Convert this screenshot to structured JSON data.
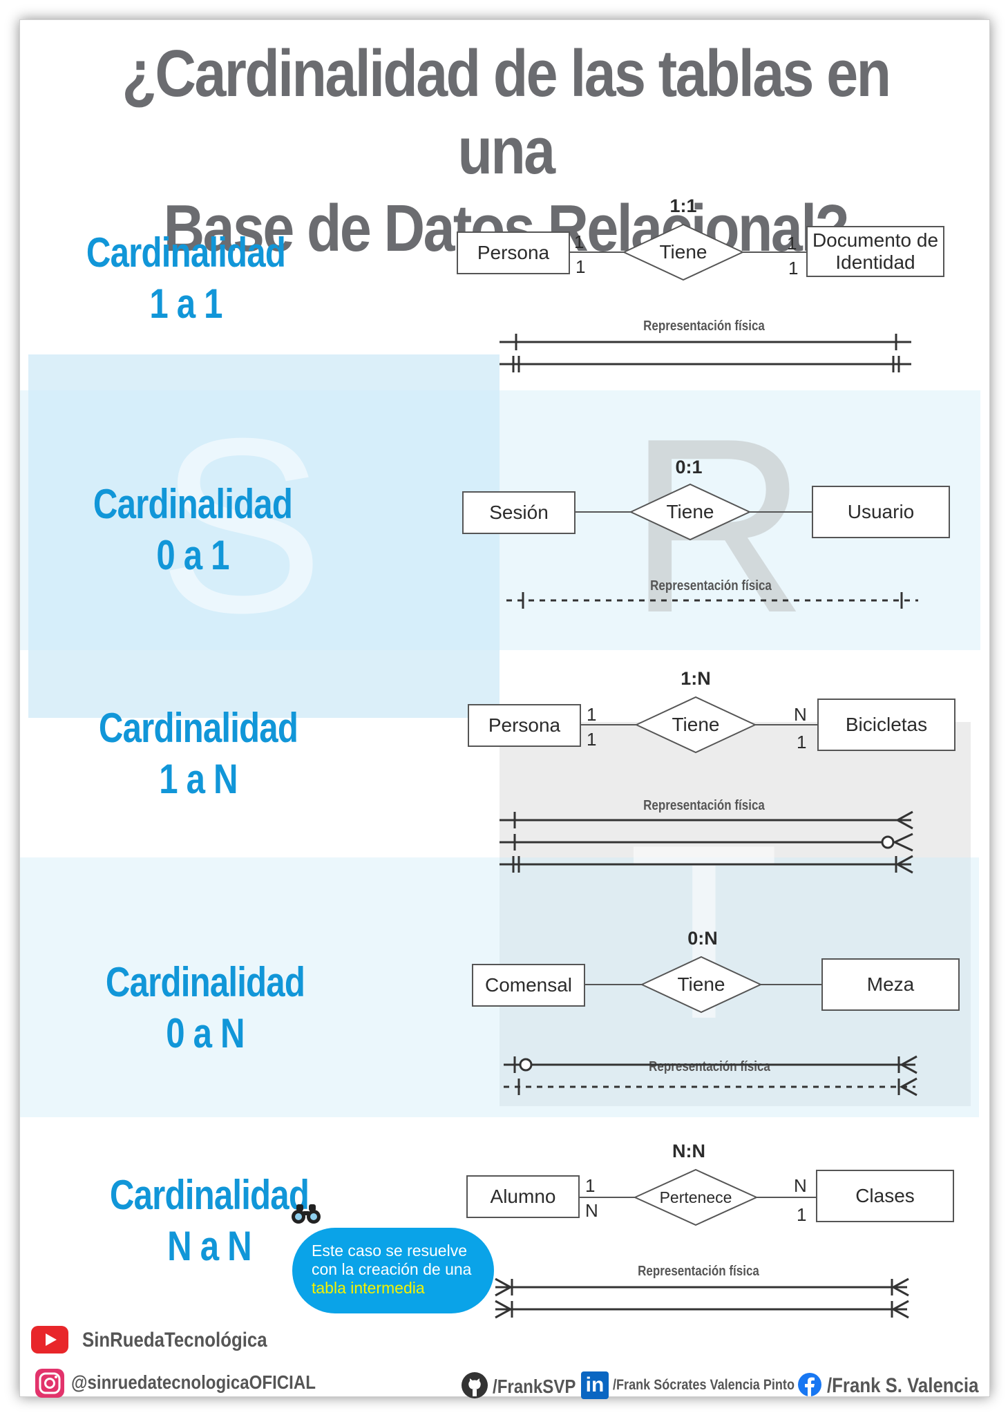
{
  "title": {
    "line1": "¿Cardinalidad de las tablas en una",
    "line2": "Base de Datos Relacional?"
  },
  "watermark": {
    "letters": [
      "S",
      "R",
      "T"
    ]
  },
  "colors": {
    "title": "#6b6c70",
    "heading": "#1196d8",
    "bubble": "#0aa3e8",
    "highlight": "#f5f200",
    "youtube": "#e8262a",
    "linkedin": "#0a66c2",
    "facebook": "#1877f2"
  },
  "sections": [
    {
      "heading1": "Cardinalidad",
      "heading2": "1 a 1",
      "ratio": "1:1",
      "left": "Persona",
      "relation": "Tiene",
      "right": "Documento de Identidad",
      "left_top": "1",
      "left_bottom": "1",
      "right_top": "1",
      "right_bottom": "1",
      "rep": "Representación física"
    },
    {
      "heading1": "Cardinalidad",
      "heading2": "0 a 1",
      "ratio": "0:1",
      "left": "Sesión",
      "relation": "Tiene",
      "right": "Usuario",
      "rep": "Representación física"
    },
    {
      "heading1": "Cardinalidad",
      "heading2": "1 a N",
      "ratio": "1:N",
      "left": "Persona",
      "relation": "Tiene",
      "right": "Bicicletas",
      "left_top": "1",
      "left_bottom": "1",
      "right_top": "N",
      "right_bottom": "1",
      "rep": "Representación física"
    },
    {
      "heading1": "Cardinalidad",
      "heading2": "0 a N",
      "ratio": "0:N",
      "left": "Comensal",
      "relation": "Tiene",
      "right": "Meza",
      "rep": "Representación física"
    },
    {
      "heading1": "Cardinalidad",
      "heading2": "N a N",
      "ratio": "N:N",
      "left": "Alumno",
      "relation": "Pertenece",
      "right": "Clases",
      "left_top": "1",
      "left_bottom": "N",
      "right_top": "N",
      "right_bottom": "1",
      "rep": "Representación física"
    }
  ],
  "bubble": {
    "line1": "Este caso se resuelve",
    "line2": "con  la creación de una",
    "line3": "tabla intermedia"
  },
  "footer": {
    "youtube": "SinRuedaTecnológica",
    "instagram": "@sinruedatecnologicaOFICIAL",
    "github": "/FrankSVP",
    "linkedin": "/Frank Sócrates Valencia Pinto",
    "facebook": "/Frank S. Valencia",
    "linkedin_logo_text": "in"
  }
}
